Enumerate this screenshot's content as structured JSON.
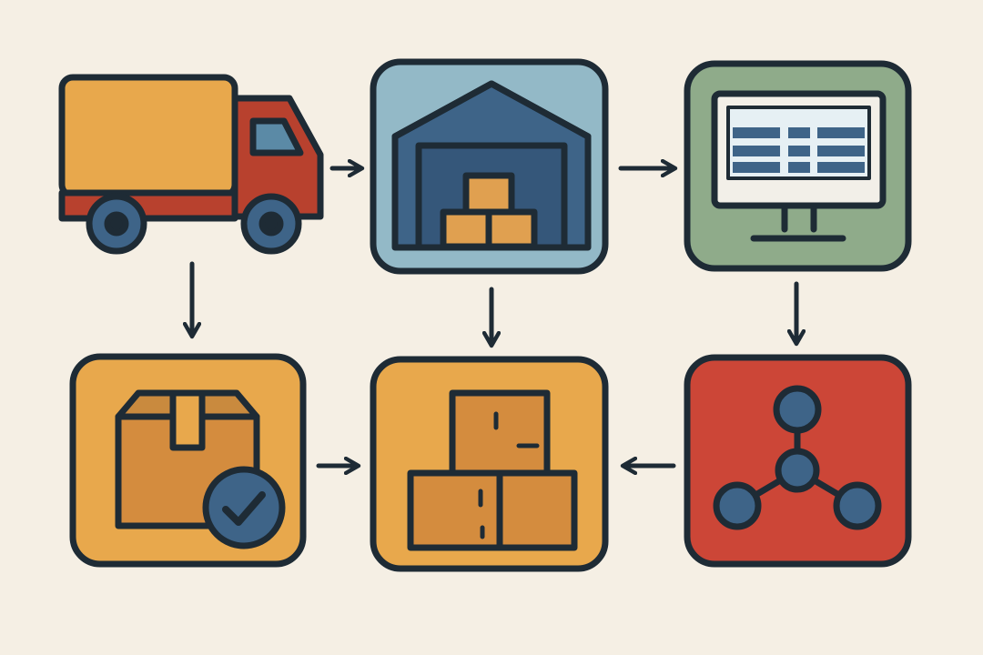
{
  "colors": {
    "background": "#f5efe4",
    "outline": "#1e2b35",
    "orange": "#e8a84c",
    "box_brown": "#d48c3e",
    "truck_red": "#b8412e",
    "steel_blue": "#3e6488",
    "light_blue": "#93b9c7",
    "green": "#8fab8a",
    "red_tile": "#cc4637"
  },
  "nodes": [
    {
      "id": "truck",
      "icon": "delivery-truck-icon"
    },
    {
      "id": "warehouse",
      "icon": "warehouse-icon"
    },
    {
      "id": "computer",
      "icon": "monitor-spreadsheet-icon"
    },
    {
      "id": "verified-package",
      "icon": "package-check-icon"
    },
    {
      "id": "stacked-boxes",
      "icon": "stacked-boxes-icon"
    },
    {
      "id": "network",
      "icon": "network-nodes-icon"
    }
  ],
  "edges": [
    {
      "from": "truck",
      "to": "warehouse"
    },
    {
      "from": "warehouse",
      "to": "computer"
    },
    {
      "from": "truck",
      "to": "verified-package"
    },
    {
      "from": "warehouse",
      "to": "stacked-boxes"
    },
    {
      "from": "computer",
      "to": "network"
    },
    {
      "from": "verified-package",
      "to": "stacked-boxes"
    },
    {
      "from": "network",
      "to": "stacked-boxes"
    }
  ]
}
